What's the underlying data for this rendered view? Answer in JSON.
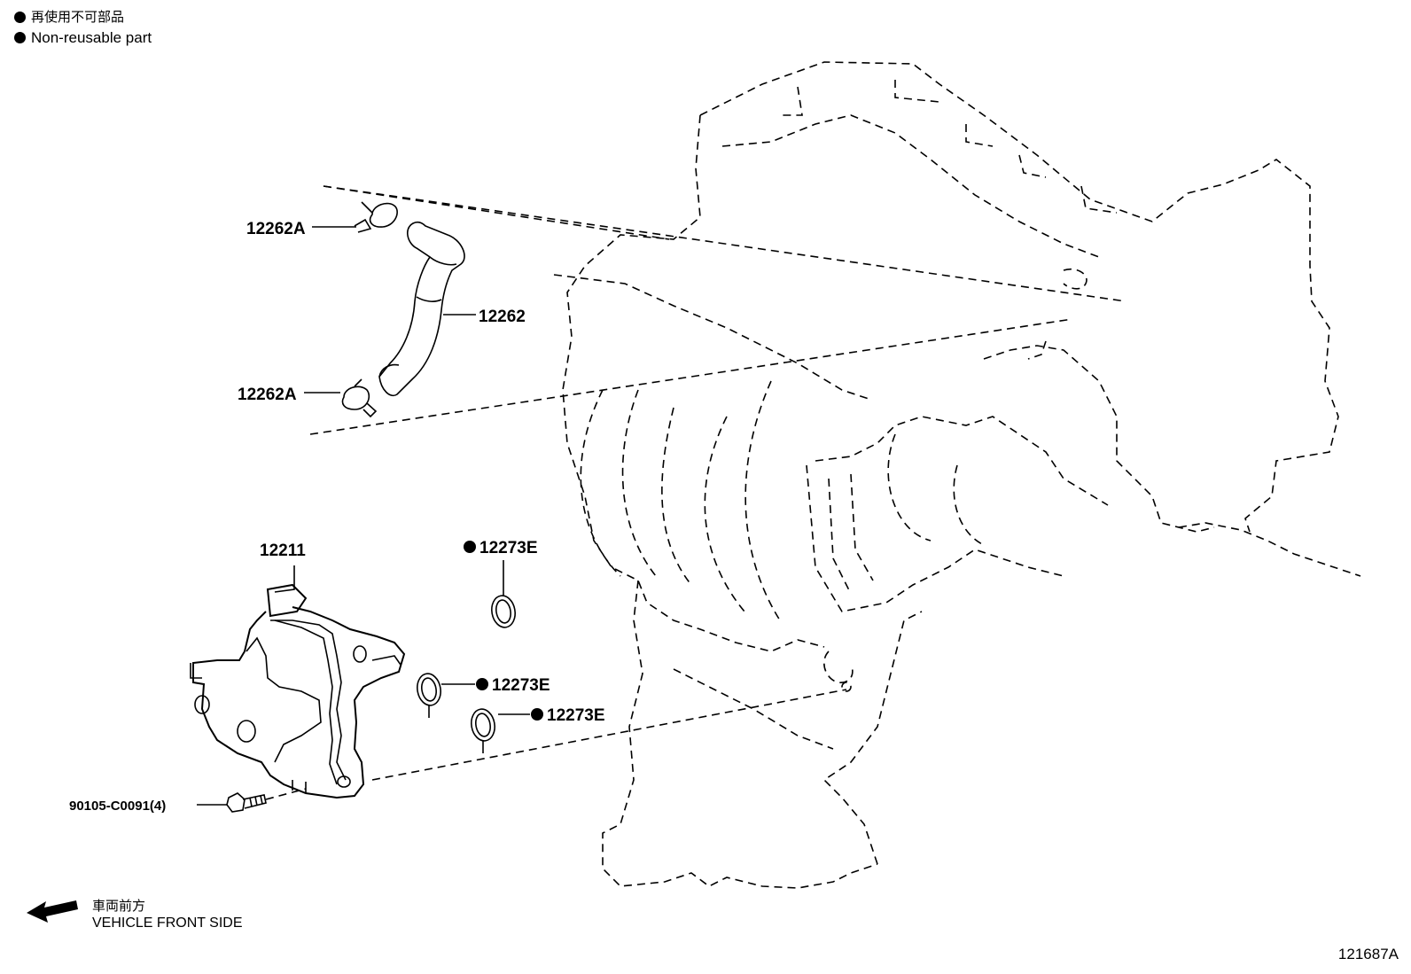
{
  "legend": {
    "japanese": "再使用不可部品",
    "english": "Non-reusable part"
  },
  "parts": {
    "clip_top": "12262A",
    "hose": "12262",
    "clip_bottom": "12262A",
    "cover": "12211",
    "gasket_a": "12273E",
    "gasket_b": "12273E",
    "gasket_c": "12273E",
    "bolt": "90105-C0091(4)"
  },
  "front_indicator": {
    "japanese": "車両前方",
    "english": "VEHICLE FRONT SIDE"
  },
  "figure_number": "121687A"
}
